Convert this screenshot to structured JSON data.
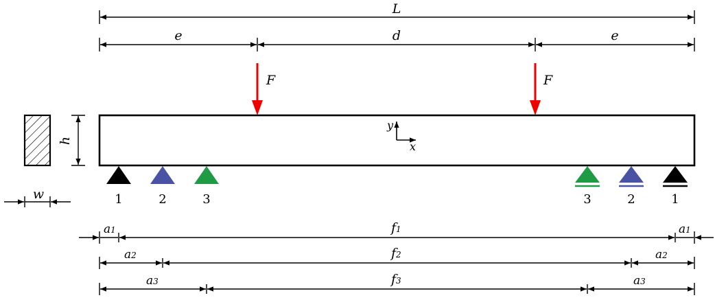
{
  "labels": {
    "L": "L",
    "e_left": "e",
    "d": "d",
    "e_right": "e",
    "F_left": "F",
    "F_right": "F",
    "h": "h",
    "w": "w",
    "axis_y": "y",
    "axis_x": "x"
  },
  "supports": {
    "left": [
      "1",
      "2",
      "3"
    ],
    "right": [
      "3",
      "2",
      "1"
    ]
  },
  "colors": {
    "force": "#ee0000",
    "support_1": "#000000",
    "support_2": "#4a52a6",
    "support_3": "#1f9a45"
  },
  "dimensions": {
    "row1": {
      "a": "a",
      "a_sub": "1",
      "f": "f",
      "f_sub": "1"
    },
    "row2": {
      "a": "a",
      "a_sub": "2",
      "f": "f",
      "f_sub": "2"
    },
    "row3": {
      "a": "a",
      "a_sub": "3",
      "f": "f",
      "f_sub": "3"
    }
  }
}
